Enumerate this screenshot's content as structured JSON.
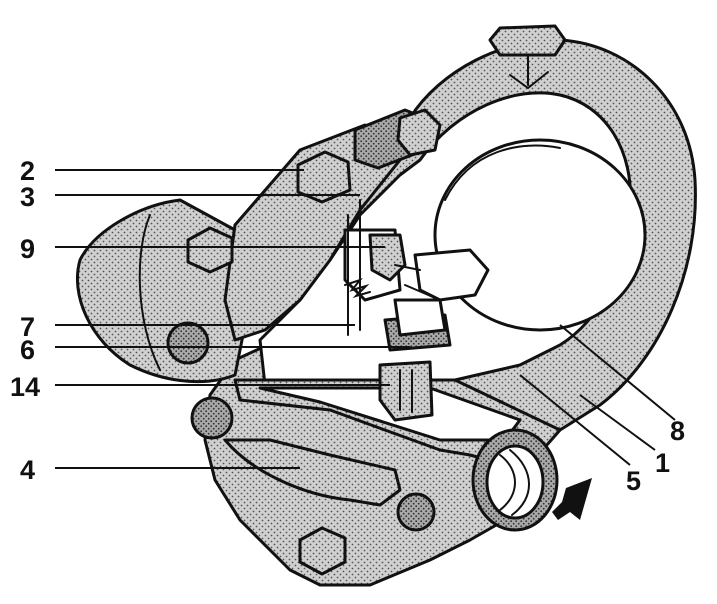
{
  "diagram": {
    "type": "cutaway mechanical illustration",
    "subject": "float steam trap sectional view",
    "callouts": {
      "c2": "2",
      "c3": "3",
      "c9": "9",
      "c7": "7",
      "c6": "6",
      "c14": "14",
      "c4": "4",
      "c8": "8",
      "c1": "1",
      "c5": "5"
    },
    "colors": {
      "ink": "#111111",
      "body_fill": "#c8c8c8",
      "cut_fill": "#ffffff"
    },
    "icons": [
      "flow-direction-arrow-icon"
    ]
  }
}
